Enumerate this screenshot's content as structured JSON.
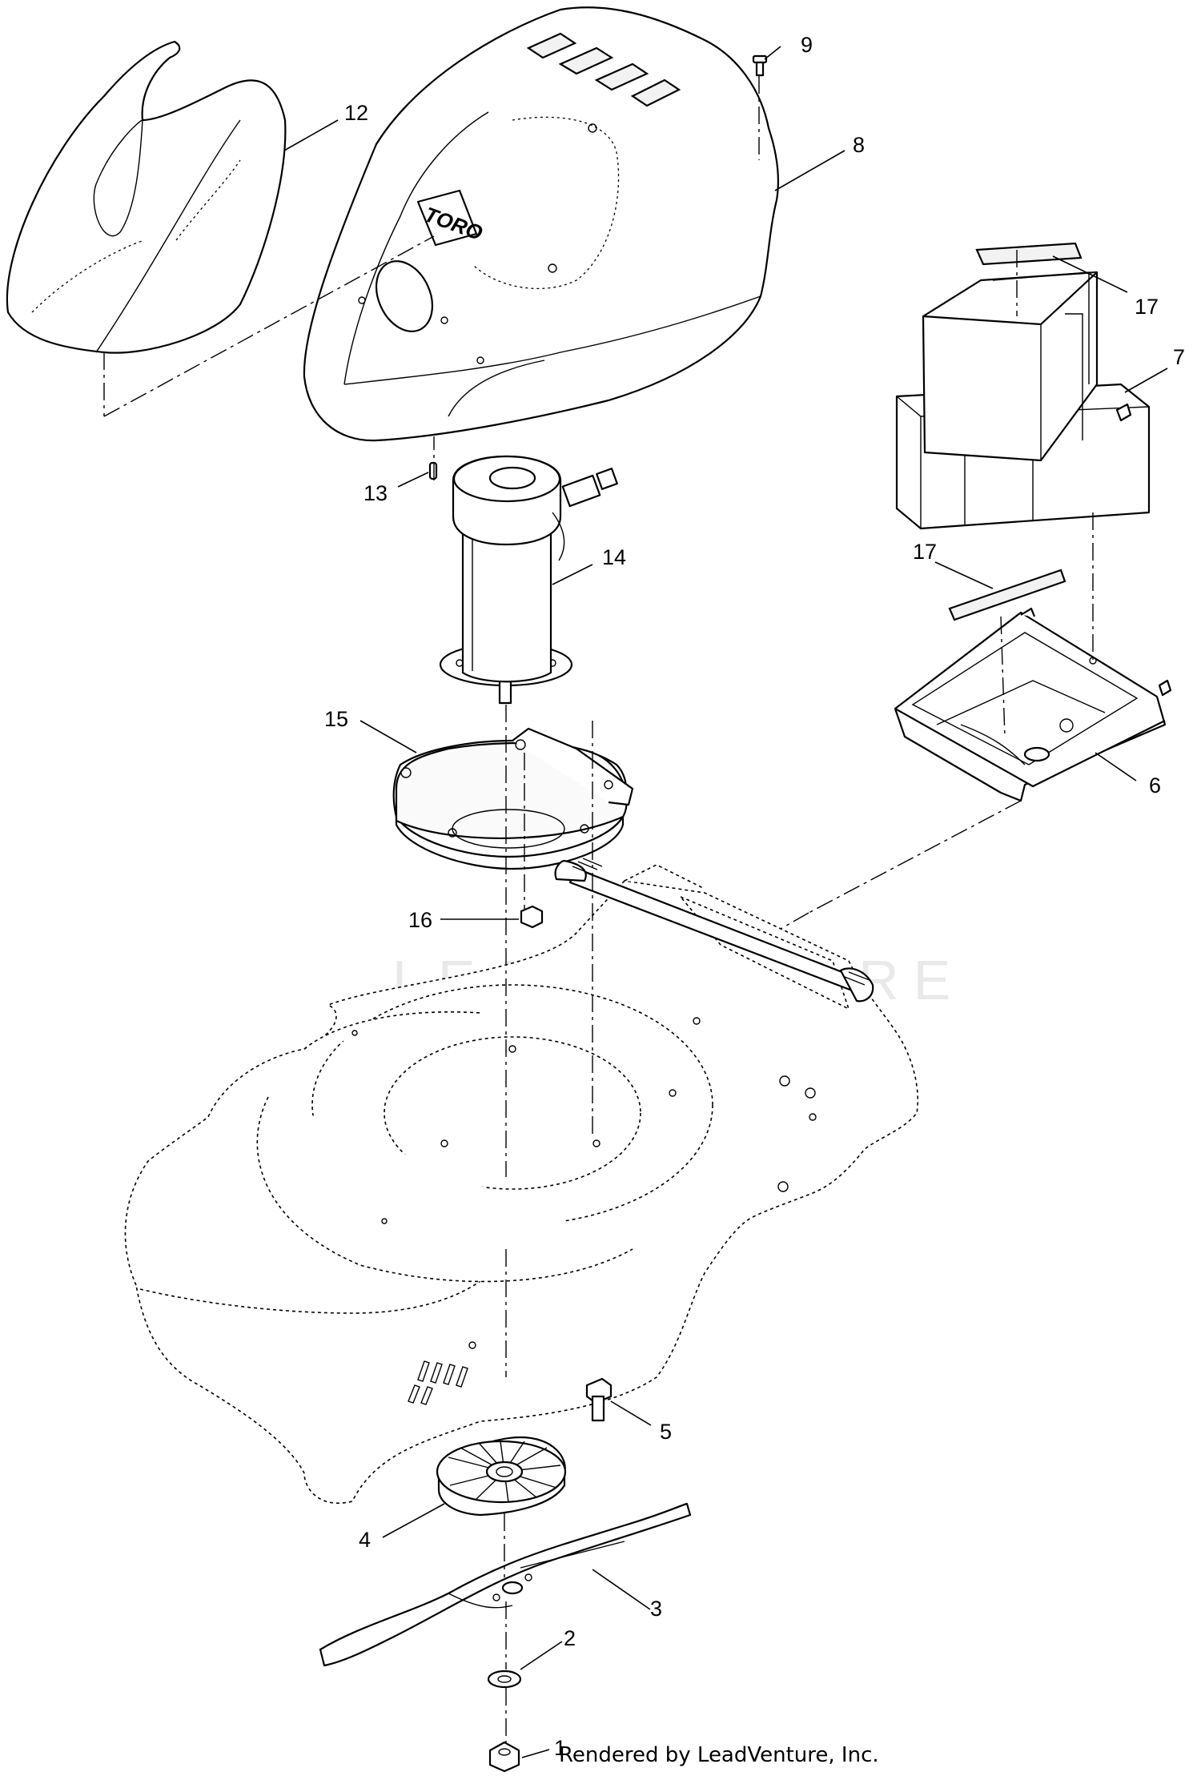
{
  "diagram": {
    "callouts": [
      {
        "id": "1",
        "label": "1"
      },
      {
        "id": "2",
        "label": "2"
      },
      {
        "id": "3",
        "label": "3"
      },
      {
        "id": "4",
        "label": "4"
      },
      {
        "id": "5",
        "label": "5"
      },
      {
        "id": "6",
        "label": "6"
      },
      {
        "id": "7",
        "label": "7"
      },
      {
        "id": "8",
        "label": "8"
      },
      {
        "id": "9",
        "label": "9"
      },
      {
        "id": "12",
        "label": "12"
      },
      {
        "id": "13",
        "label": "13"
      },
      {
        "id": "14",
        "label": "14"
      },
      {
        "id": "15",
        "label": "15"
      },
      {
        "id": "16",
        "label": "16"
      },
      {
        "id": "17a",
        "label": "17"
      },
      {
        "id": "17b",
        "label": "17"
      }
    ],
    "brand_mark": "TORO",
    "watermark": "LEADVENTURE",
    "credit": "Rendered by LeadVenture, Inc."
  }
}
